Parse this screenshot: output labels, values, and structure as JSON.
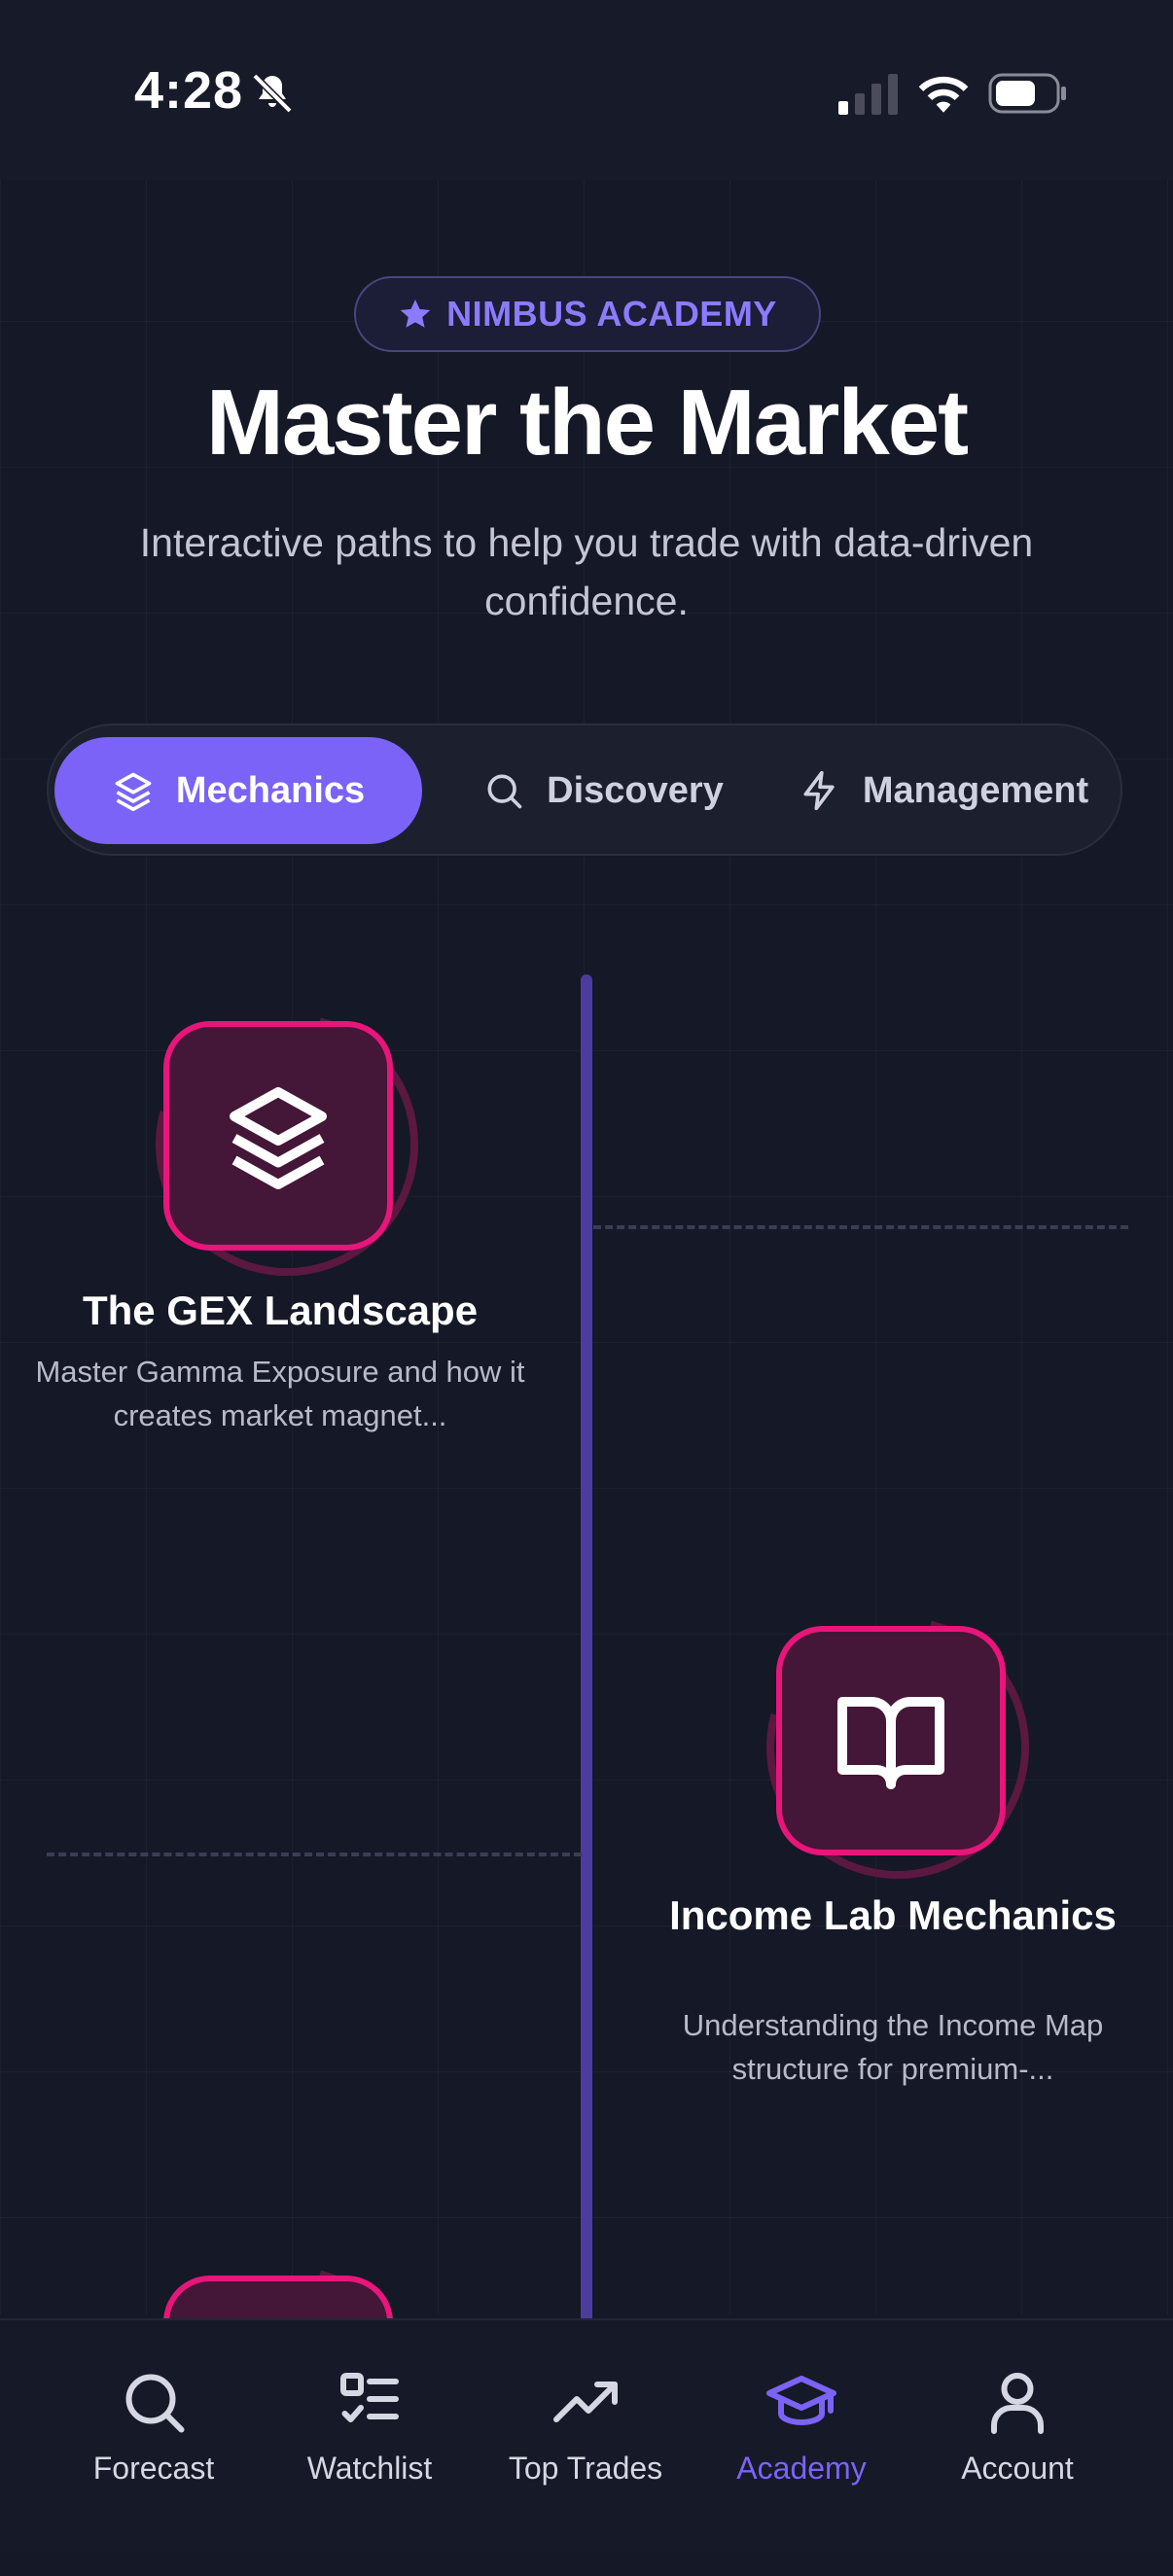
{
  "status_bar": {
    "time": "4:28"
  },
  "header": {
    "badge": "NIMBUS ACADEMY",
    "title": "Master the Market",
    "subtitle": "Interactive paths to help you trade with data-driven confidence."
  },
  "tabs": [
    {
      "label": "Mechanics",
      "icon": "layers-icon",
      "active": true
    },
    {
      "label": "Discovery",
      "icon": "search-icon",
      "active": false
    },
    {
      "label": "Management",
      "icon": "lightning-icon",
      "active": false
    }
  ],
  "lessons": [
    {
      "title": "The GEX Landscape",
      "description": "Master Gamma Exposure and how it creates market magnet...",
      "icon": "layers-icon"
    },
    {
      "title": "Income Lab Mechanics",
      "description": "Understanding the Income Map structure for premium-...",
      "icon": "book-icon"
    }
  ],
  "bottom_nav": [
    {
      "label": "Forecast",
      "icon": "search-icon",
      "active": false
    },
    {
      "label": "Watchlist",
      "icon": "checklist-icon",
      "active": false
    },
    {
      "label": "Top Trades",
      "icon": "trending-up-icon",
      "active": false
    },
    {
      "label": "Academy",
      "icon": "graduation-cap-icon",
      "active": true
    },
    {
      "label": "Account",
      "icon": "user-icon",
      "active": false
    }
  ],
  "colors": {
    "background": "#151826",
    "accent": "#7b63f7",
    "node_border": "#e8157a",
    "node_fill": "#441637"
  }
}
